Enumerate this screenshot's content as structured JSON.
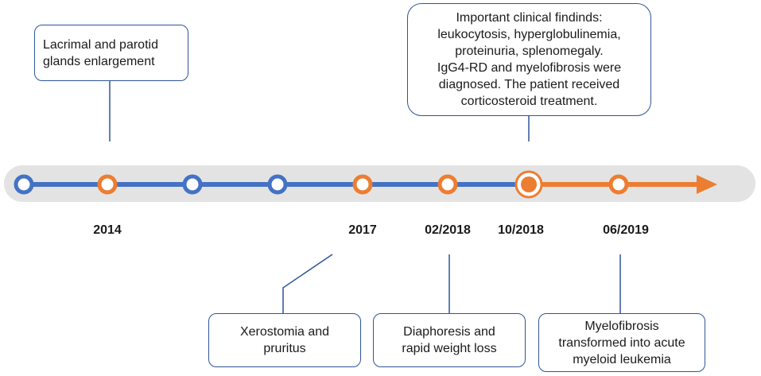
{
  "colors": {
    "blue": "#4472c4",
    "orange": "#ed7d31",
    "track": "#e3e3e3",
    "box_border": "#2f5597",
    "connector": "#2f5597"
  },
  "timeline": {
    "nodes": [
      {
        "color": "blue",
        "style": "ring"
      },
      {
        "color": "orange",
        "style": "ring"
      },
      {
        "color": "blue",
        "style": "ring"
      },
      {
        "color": "blue",
        "style": "ring"
      },
      {
        "color": "orange",
        "style": "ring"
      },
      {
        "color": "orange",
        "style": "ring"
      },
      {
        "color": "orange",
        "style": "filled-target"
      },
      {
        "color": "orange",
        "style": "ring"
      }
    ],
    "years": [
      "2014",
      "2017",
      "02/2018",
      "10/2018",
      "06/2019"
    ]
  },
  "events": {
    "lacrimal": [
      "Lacrimal and parotid",
      "glands enlargement"
    ],
    "clinical": [
      "Important clinical findinds:",
      "leukocytosis, hyperglobulinemia,",
      "proteinuria, splenomegaly.",
      "IgG4-RD and myelofibrosis were",
      "diagnosed. The patient received",
      "corticosteroid treatment."
    ],
    "xerostomia": [
      "Xerostomia and",
      "pruritus"
    ],
    "diaphoresis": [
      "Diaphoresis and",
      "rapid weight loss"
    ],
    "myelofibrosis": [
      "Myelofibrosis",
      "transformed into acute",
      "myeloid  leukemia"
    ]
  }
}
